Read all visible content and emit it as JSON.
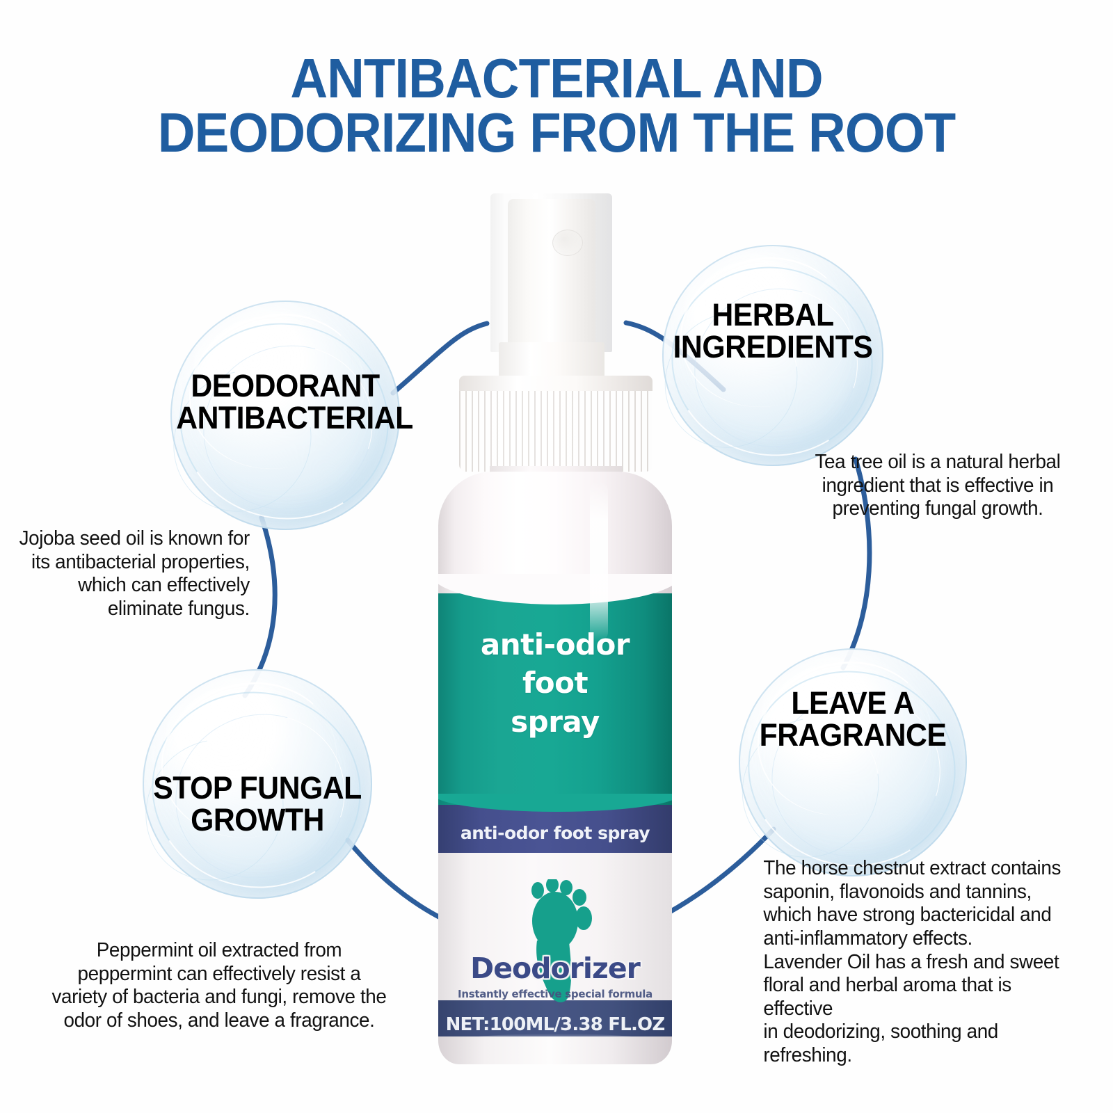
{
  "title": "ANTIBACTERIAL AND\nDEODORIZING FROM THE ROOT",
  "colors": {
    "title_blue": "#1f5da0",
    "arc_blue": "#2c5d9b",
    "label_teal": "#18a894",
    "label_navy": "#4a5494",
    "net_band": "#43527f",
    "bubble_blue": "#bcdbee",
    "text_black": "#111111"
  },
  "bubbles": [
    {
      "id": "deodorant",
      "label": "DEODORANT\nANTIBACTERIAL"
    },
    {
      "id": "herbal",
      "label": "HERBAL\nINGREDIENTS"
    },
    {
      "id": "fungal",
      "label": "STOP FUNGAL\nGROWTH"
    },
    {
      "id": "fragrance",
      "label": "LEAVE A\nFRAGRANCE"
    }
  ],
  "descriptions": [
    {
      "id": "jojoba",
      "text": "Jojoba seed oil is known for\nits antibacterial properties,\nwhich can effectively\neliminate fungus."
    },
    {
      "id": "tea-tree",
      "text": "Tea tree oil is a natural herbal\ningredient that is effective in\npreventing fungal growth."
    },
    {
      "id": "peppermint",
      "text": "Peppermint oil extracted from\npeppermint can effectively resist a\nvariety of bacteria and fungi, remove the\nodor of shoes, and leave a fragrance."
    },
    {
      "id": "horse-chestnut",
      "text": "The horse chestnut extract contains\nsaponin, flavonoids and tannins,\nwhich have strong bactericidal and\nanti-inflammatory effects.\nLavender Oil has a fresh and sweet\nfloral and herbal aroma that is effective\nin deodorizing, soothing and refreshing."
    }
  ],
  "bottle": {
    "main_label": "anti-odor\nfoot\nspray",
    "sub_label": "anti-odor foot spray",
    "brand": "Deodorizer",
    "tagline": "Instantly effective special formula",
    "net_content": "NET:100ML/3.38 FL.OZ"
  }
}
